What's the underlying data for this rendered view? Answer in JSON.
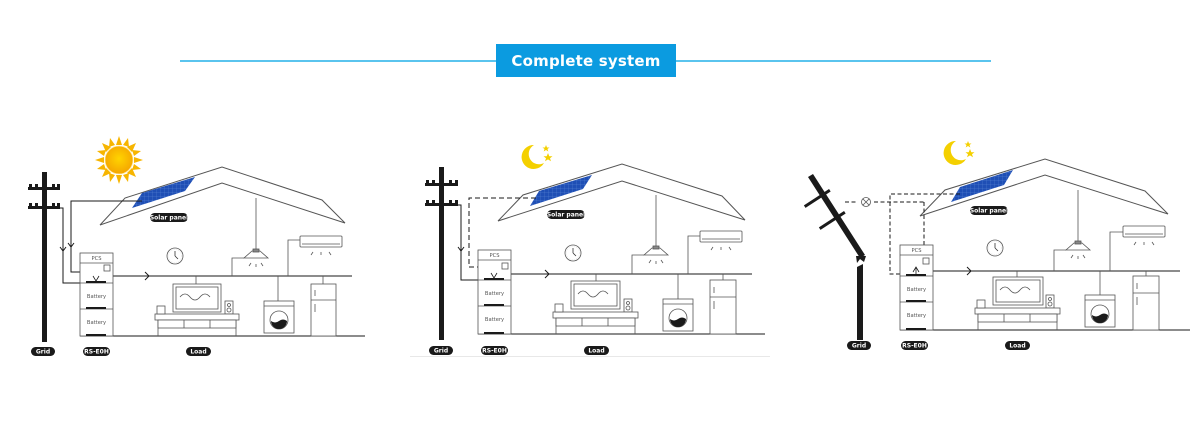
{
  "header": {
    "title": "Complete system",
    "accent_color": "#0b9be0",
    "line_color": "#5ac4ee"
  },
  "scenarios": [
    {
      "id": "day",
      "sky_icon": "sun-icon",
      "grid_state": "connected",
      "labels": {
        "solar_panel": "Solar panel",
        "pcs": "PCS",
        "battery_1": "Battery",
        "battery_2": "Battery",
        "grid": "Grid",
        "product": "RS-E0H",
        "load": "Load"
      }
    },
    {
      "id": "night",
      "sky_icon": "moon-stars-icon",
      "grid_state": "connected",
      "labels": {
        "solar_panel": "Solar panel",
        "pcs": "PCS",
        "battery_1": "Battery",
        "battery_2": "Battery",
        "grid": "Grid",
        "product": "RS-E0H",
        "load": "Load"
      }
    },
    {
      "id": "outage",
      "sky_icon": "moon-stars-icon",
      "grid_state": "disconnected",
      "labels": {
        "solar_panel": "Solar panel",
        "pcs": "PCS",
        "battery_1": "Battery",
        "battery_2": "Battery",
        "grid": "Grid",
        "product": "RS-E0H",
        "load": "Load"
      }
    }
  ],
  "colors": {
    "line": "#1a1a1a",
    "house": "#555555",
    "solar_panel": "#1f4fb5",
    "sun": "#f7b500",
    "moon": "#f4d000",
    "pill": "#1a1a1a"
  }
}
